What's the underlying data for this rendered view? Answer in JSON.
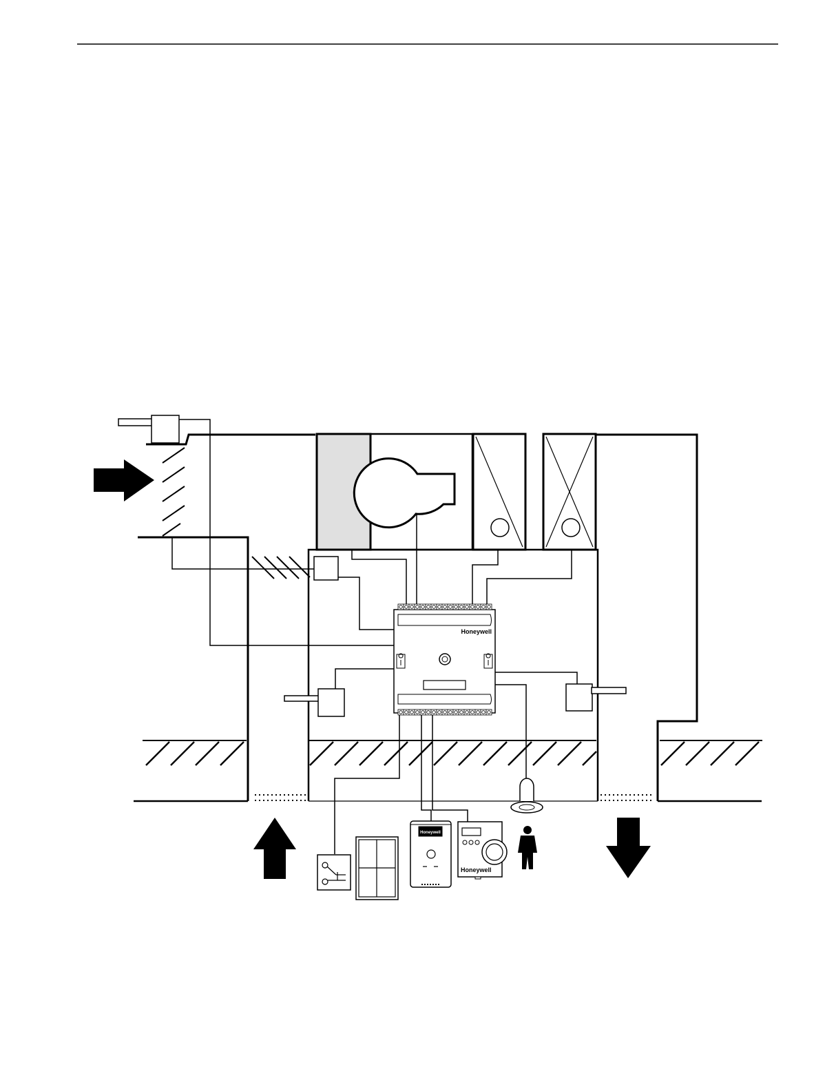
{
  "page": {
    "type": "unit ventilator control application diagram",
    "background": "#ffffff",
    "line_color": "#000000",
    "filter_fill": "#e0e0e0"
  },
  "controller": {
    "brand_top": "Honeywell",
    "terminal_count_top": 17,
    "terminal_count_bottom": 17
  },
  "wall_module_large": {
    "brand": "Honeywell"
  },
  "wall_module_small": {
    "brand": "Honeywell",
    "button_count": 3
  },
  "arrows": {
    "outdoor_air": "right",
    "room_air_intake": "up",
    "discharge_air": "down"
  },
  "icons": [
    "outdoor-air-damper-icon",
    "blower-fan-icon",
    "heating-coil-icon",
    "cooling-coil-icon",
    "window-icon",
    "window-contact-icon",
    "occupancy-sensor-icon",
    "person-icon"
  ]
}
